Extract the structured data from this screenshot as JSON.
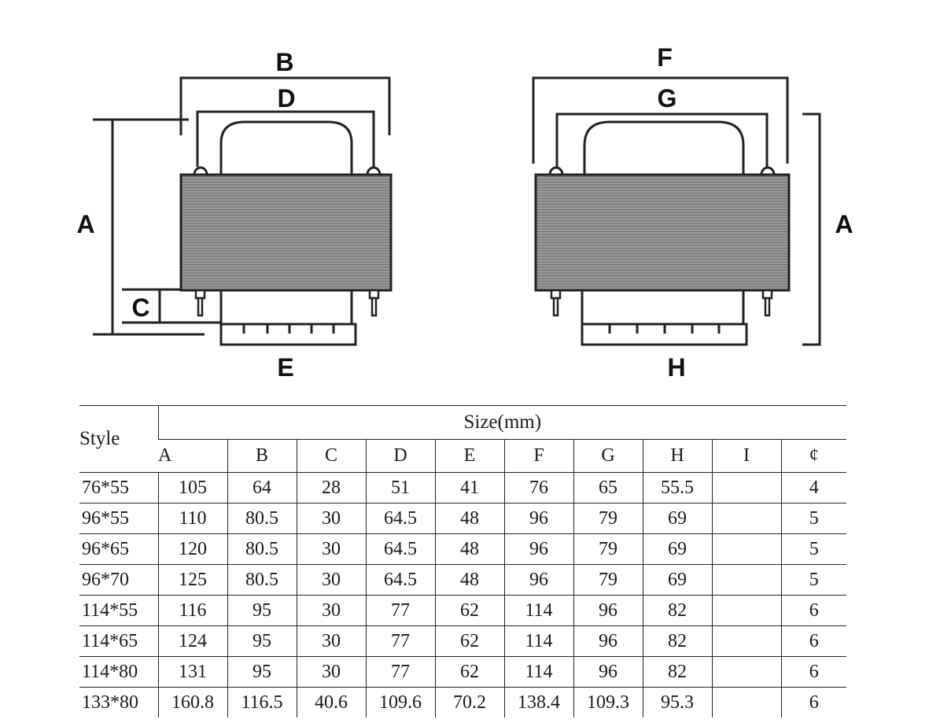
{
  "diagram": {
    "left_view": {
      "labels": {
        "height": "A",
        "width_outer": "B",
        "terminal_span": "D",
        "base_gap": "C",
        "base_width": "E"
      }
    },
    "right_view": {
      "labels": {
        "width_outer": "F",
        "terminal_span": "G",
        "height": "A",
        "base_width": "H"
      }
    }
  },
  "table": {
    "style_header": "Style",
    "size_header": "Size(mm)",
    "columns": [
      "A",
      "B",
      "C",
      "D",
      "E",
      "F",
      "G",
      "H",
      "I",
      "¢"
    ],
    "rows": [
      {
        "style": "76*55",
        "values": [
          "105",
          "64",
          "28",
          "51",
          "41",
          "76",
          "65",
          "55.5",
          "",
          "4"
        ]
      },
      {
        "style": "96*55",
        "values": [
          "110",
          "80.5",
          "30",
          "64.5",
          "48",
          "96",
          "79",
          "69",
          "",
          "5"
        ]
      },
      {
        "style": "96*65",
        "values": [
          "120",
          "80.5",
          "30",
          "64.5",
          "48",
          "96",
          "79",
          "69",
          "",
          "5"
        ]
      },
      {
        "style": "96*70",
        "values": [
          "125",
          "80.5",
          "30",
          "64.5",
          "48",
          "96",
          "79",
          "69",
          "",
          "5"
        ]
      },
      {
        "style": "114*55",
        "values": [
          "116",
          "95",
          "30",
          "77",
          "62",
          "114",
          "96",
          "82",
          "",
          "6"
        ]
      },
      {
        "style": "114*65",
        "values": [
          "124",
          "95",
          "30",
          "77",
          "62",
          "114",
          "96",
          "82",
          "",
          "6"
        ]
      },
      {
        "style": "114*80",
        "values": [
          "131",
          "95",
          "30",
          "77",
          "62",
          "114",
          "96",
          "82",
          "",
          "6"
        ]
      },
      {
        "style": "133*80",
        "values": [
          "160.8",
          "116.5",
          "40.6",
          "109.6",
          "70.2",
          "138.4",
          "109.3",
          "95.3",
          "",
          "6"
        ]
      }
    ]
  }
}
